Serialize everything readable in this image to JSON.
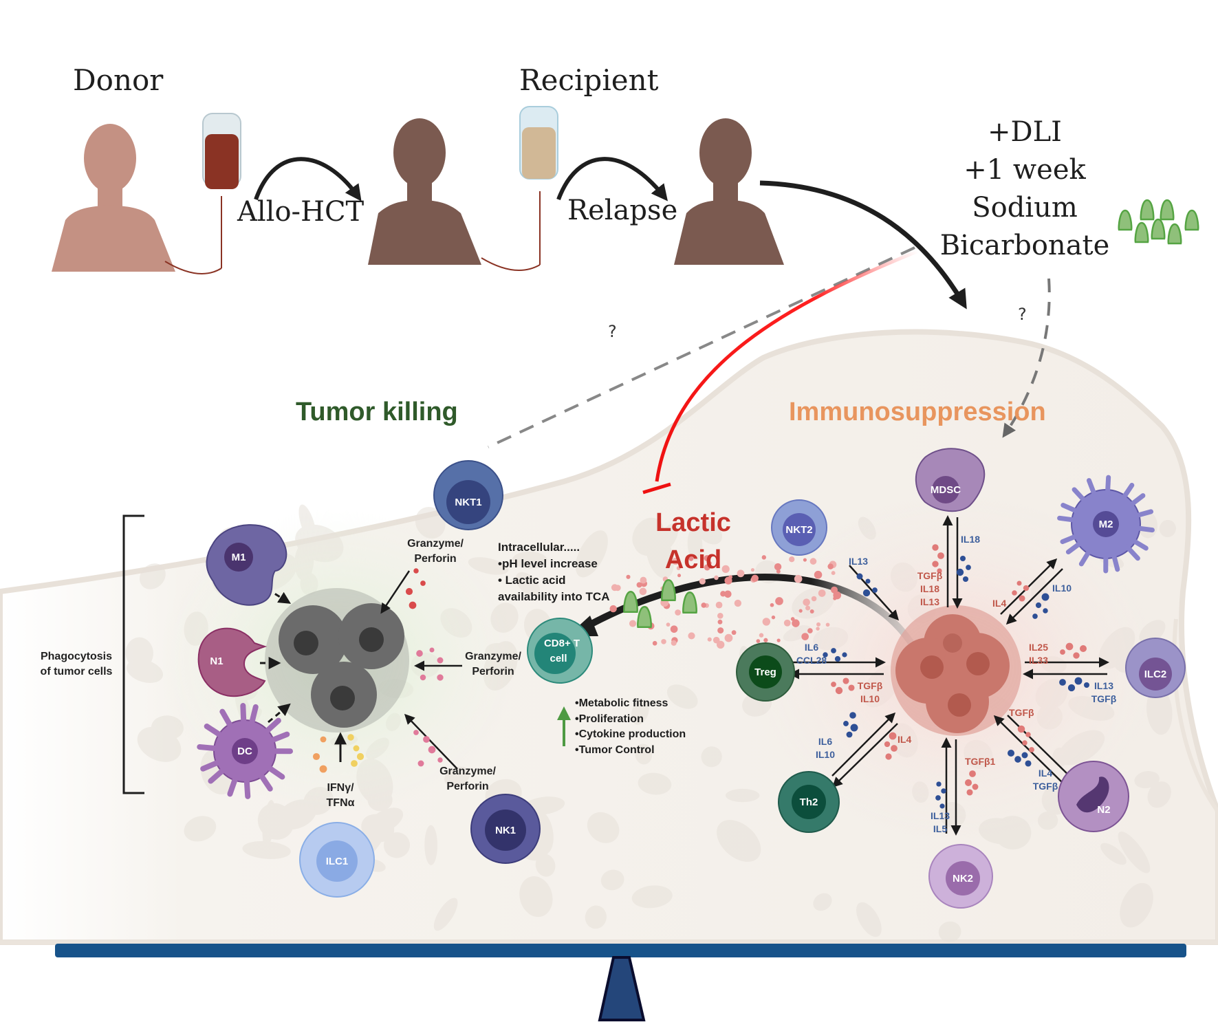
{
  "figure": {
    "top": {
      "donor_label": "Donor",
      "recipient_label": "Recipient",
      "transfer_label": "Allo-HCT",
      "relapse_label": "Relapse",
      "treatment_lines": [
        "+DLI",
        "+1 week",
        "Sodium",
        "Bicarbonate"
      ],
      "question_left": "?",
      "question_right": "?"
    },
    "sections": {
      "tumor_killing": "Tumor killing",
      "immunosuppression": "Immunosuppression",
      "lactic_acid_line1": "Lactic",
      "lactic_acid_line2": "Acid"
    },
    "tumor_killing": {
      "bracket_label_line1": "Phagocytosis",
      "bracket_label_line2": "of tumor cells",
      "cells": {
        "m1": "M1",
        "n1": "N1",
        "dc": "DC",
        "nkt1": "NKT1",
        "nk1": "NK1",
        "ilc1": "ILC1",
        "cd8_line1": "CD8+ T",
        "cd8_line2": "cell"
      },
      "granzyme_top": [
        "Granzyme/",
        "Perforin"
      ],
      "granzyme_mid": [
        "Granzyme/",
        "Perforin"
      ],
      "granzyme_bottom": [
        "Granzyme/",
        "Perforin"
      ],
      "ifn_label": [
        "IFNγ/",
        "TFNα"
      ]
    },
    "intracellular": {
      "heading": "Intracellular.....",
      "bullets": [
        "•pH level increase",
        "• Lactic acid",
        "availability into TCA"
      ]
    },
    "cd8_effects": [
      "•Metabolic fitness",
      "•Proliferation",
      "•Cytokine production",
      "•Tumor Control"
    ],
    "immunosuppression": {
      "cells": {
        "mdsc": "MDSC",
        "nkt2": "NKT2",
        "m2": "M2",
        "treg": "Treg",
        "ilc2": "ILC2",
        "th2": "Th2",
        "nk2": "NK2",
        "n2": "N2"
      },
      "cytokines": {
        "nkt2_to_tumor": [
          "IL13"
        ],
        "mdsc_to_tumor": [
          "IL18"
        ],
        "tumor_to_mdsc": [
          "TGFβ",
          "IL18",
          "IL13"
        ],
        "tumor_to_m2": [
          "IL4"
        ],
        "m2_to_tumor": [
          "IL10"
        ],
        "treg_to_tumor": [
          "IL6",
          "CCL28"
        ],
        "tumor_to_treg": [
          "TGFβ",
          "IL10"
        ],
        "tumor_to_ilc2": [
          "IL25",
          "IL33"
        ],
        "ilc2_to_tumor": [
          "IL13",
          "TGFβ"
        ],
        "th2_to_tumor": [
          "IL6",
          "IL10"
        ],
        "tumor_to_th2": [
          "IL4"
        ],
        "tumor_to_nk2": [
          "TGFβ1"
        ],
        "nk2_to_tumor": [
          "IL13",
          "IL5"
        ],
        "tumor_to_n2": [
          "TGFβ"
        ],
        "n2_to_tumor": [
          "IL4",
          "TGFβ"
        ]
      }
    },
    "colors": {
      "tumor_killing": "#2f5a2a",
      "immunosuppression": "#e8955e",
      "lactic_acid": "#c6322b",
      "inhibit_line": "#ee1111",
      "balance_beam": "#17538a",
      "fulcrum": "#24467a",
      "cytokine_red": "#c0574a",
      "cytokine_blue": "#3d5f9c",
      "bicarbonate_green": "#8fc07a"
    }
  }
}
